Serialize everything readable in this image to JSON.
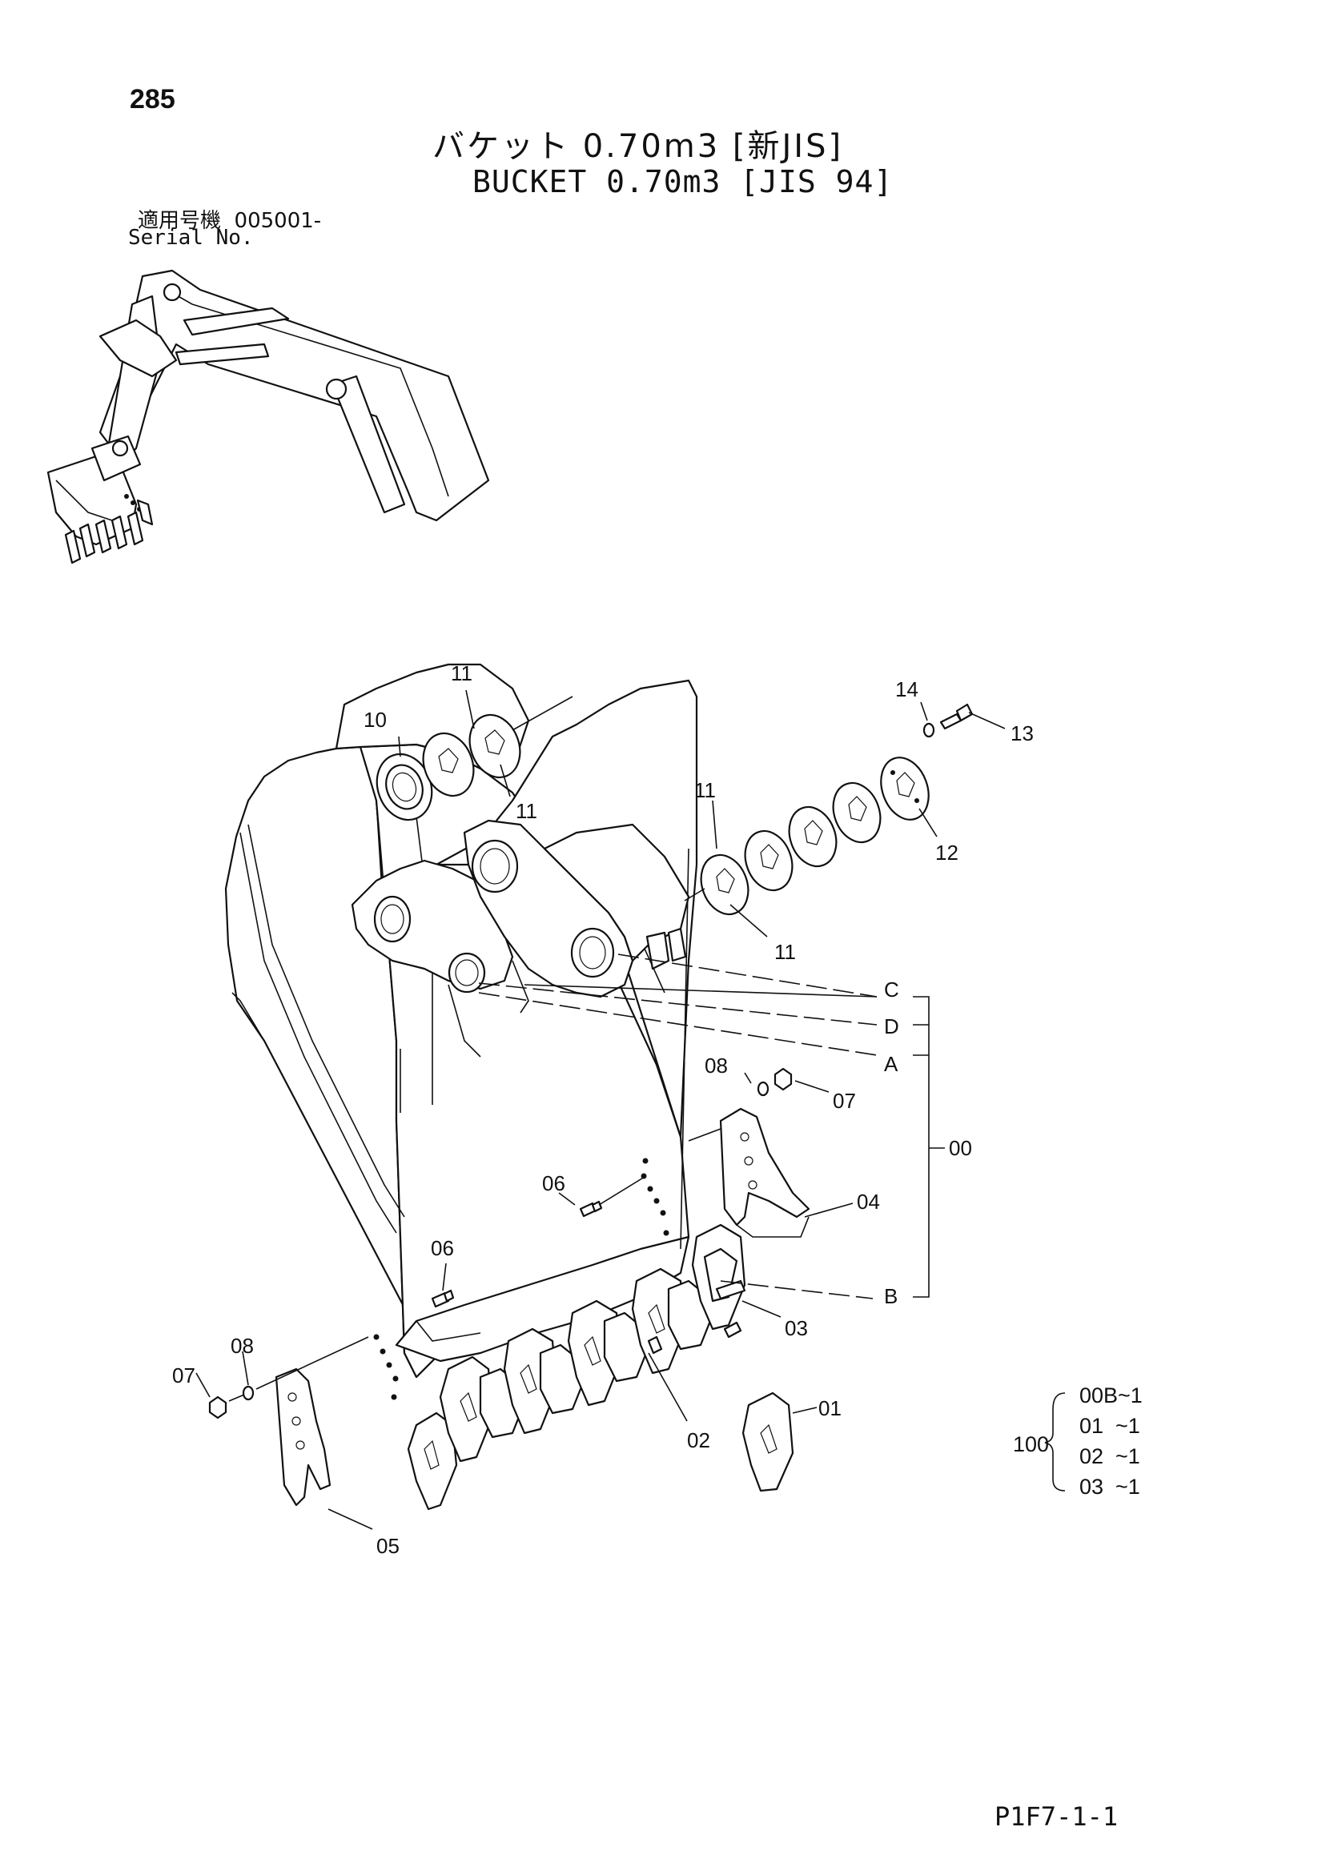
{
  "page_number": "285",
  "title_jp": "バケット 0.70m3 [新JIS]",
  "title_en": "BUCKET 0.70m3 [JIS 94]",
  "serial": {
    "label_jp": "適用号機",
    "value": "005001-",
    "label_en": "Serial No."
  },
  "callouts": {
    "p00": "00",
    "p01": "01",
    "p02": "02",
    "p03": "03",
    "p04": "04",
    "p05": "05",
    "p06a": "06",
    "p06b": "06",
    "p07a": "07",
    "p07b": "07",
    "p08a": "08",
    "p08b": "08",
    "p10": "10",
    "p11a": "11",
    "p11b": "11",
    "p11c": "11",
    "p11d": "11",
    "p12": "12",
    "p13": "13",
    "p14": "14",
    "A": "A",
    "B": "B",
    "C": "C",
    "D": "D"
  },
  "kit": {
    "number": "100",
    "items": [
      "00B~1",
      "01  ~1",
      "02  ~1",
      "03  ~1"
    ]
  },
  "page_code": "P1F7-1-1"
}
